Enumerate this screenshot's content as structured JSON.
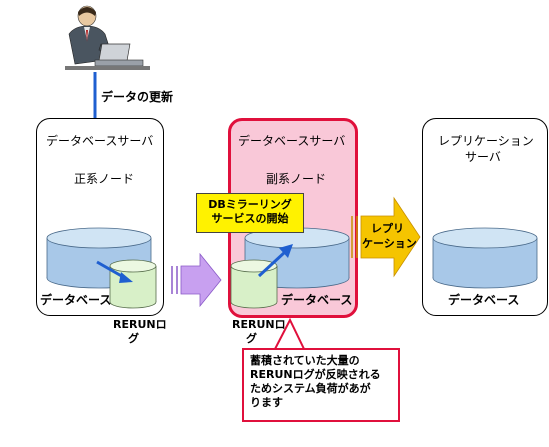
{
  "user": {
    "update_label": "データの更新"
  },
  "panels": {
    "primary": {
      "title": "データベースサーバ",
      "node": "正系ノード",
      "db_label": "データベース",
      "log_label_1": "RERUNロ",
      "log_label_2": "グ"
    },
    "secondary": {
      "title": "データベースサーバ",
      "node": "副系ノード",
      "db_label": "データベース",
      "log_label_1": "RERUNロ",
      "log_label_2": "グ"
    },
    "replication": {
      "title_1": "レプリケーション",
      "title_2": "サーバ",
      "db_label": "データベース"
    }
  },
  "callouts": {
    "mirroring_1": "DBミラーリング",
    "mirroring_2": "サービスの開始",
    "replication_arrow_1": "レプリ",
    "replication_arrow_2": "ケーション",
    "warning_1": "蓄積されていた大量の",
    "warning_2": "RERUNログが反映される",
    "warning_3": "ためシステム負荷があが",
    "warning_4": "ります"
  },
  "colors": {
    "highlight_border": "#e0103c",
    "highlight_fill": "#f9c8d8",
    "db_blue": "#a8c8e8",
    "log_green": "#d8f0c8",
    "arrow_blue": "#1f5fd0",
    "arrow_purple": "#c8a0f0",
    "arrow_yellow": "#f5c400",
    "callout_yellow": "#fff200"
  }
}
